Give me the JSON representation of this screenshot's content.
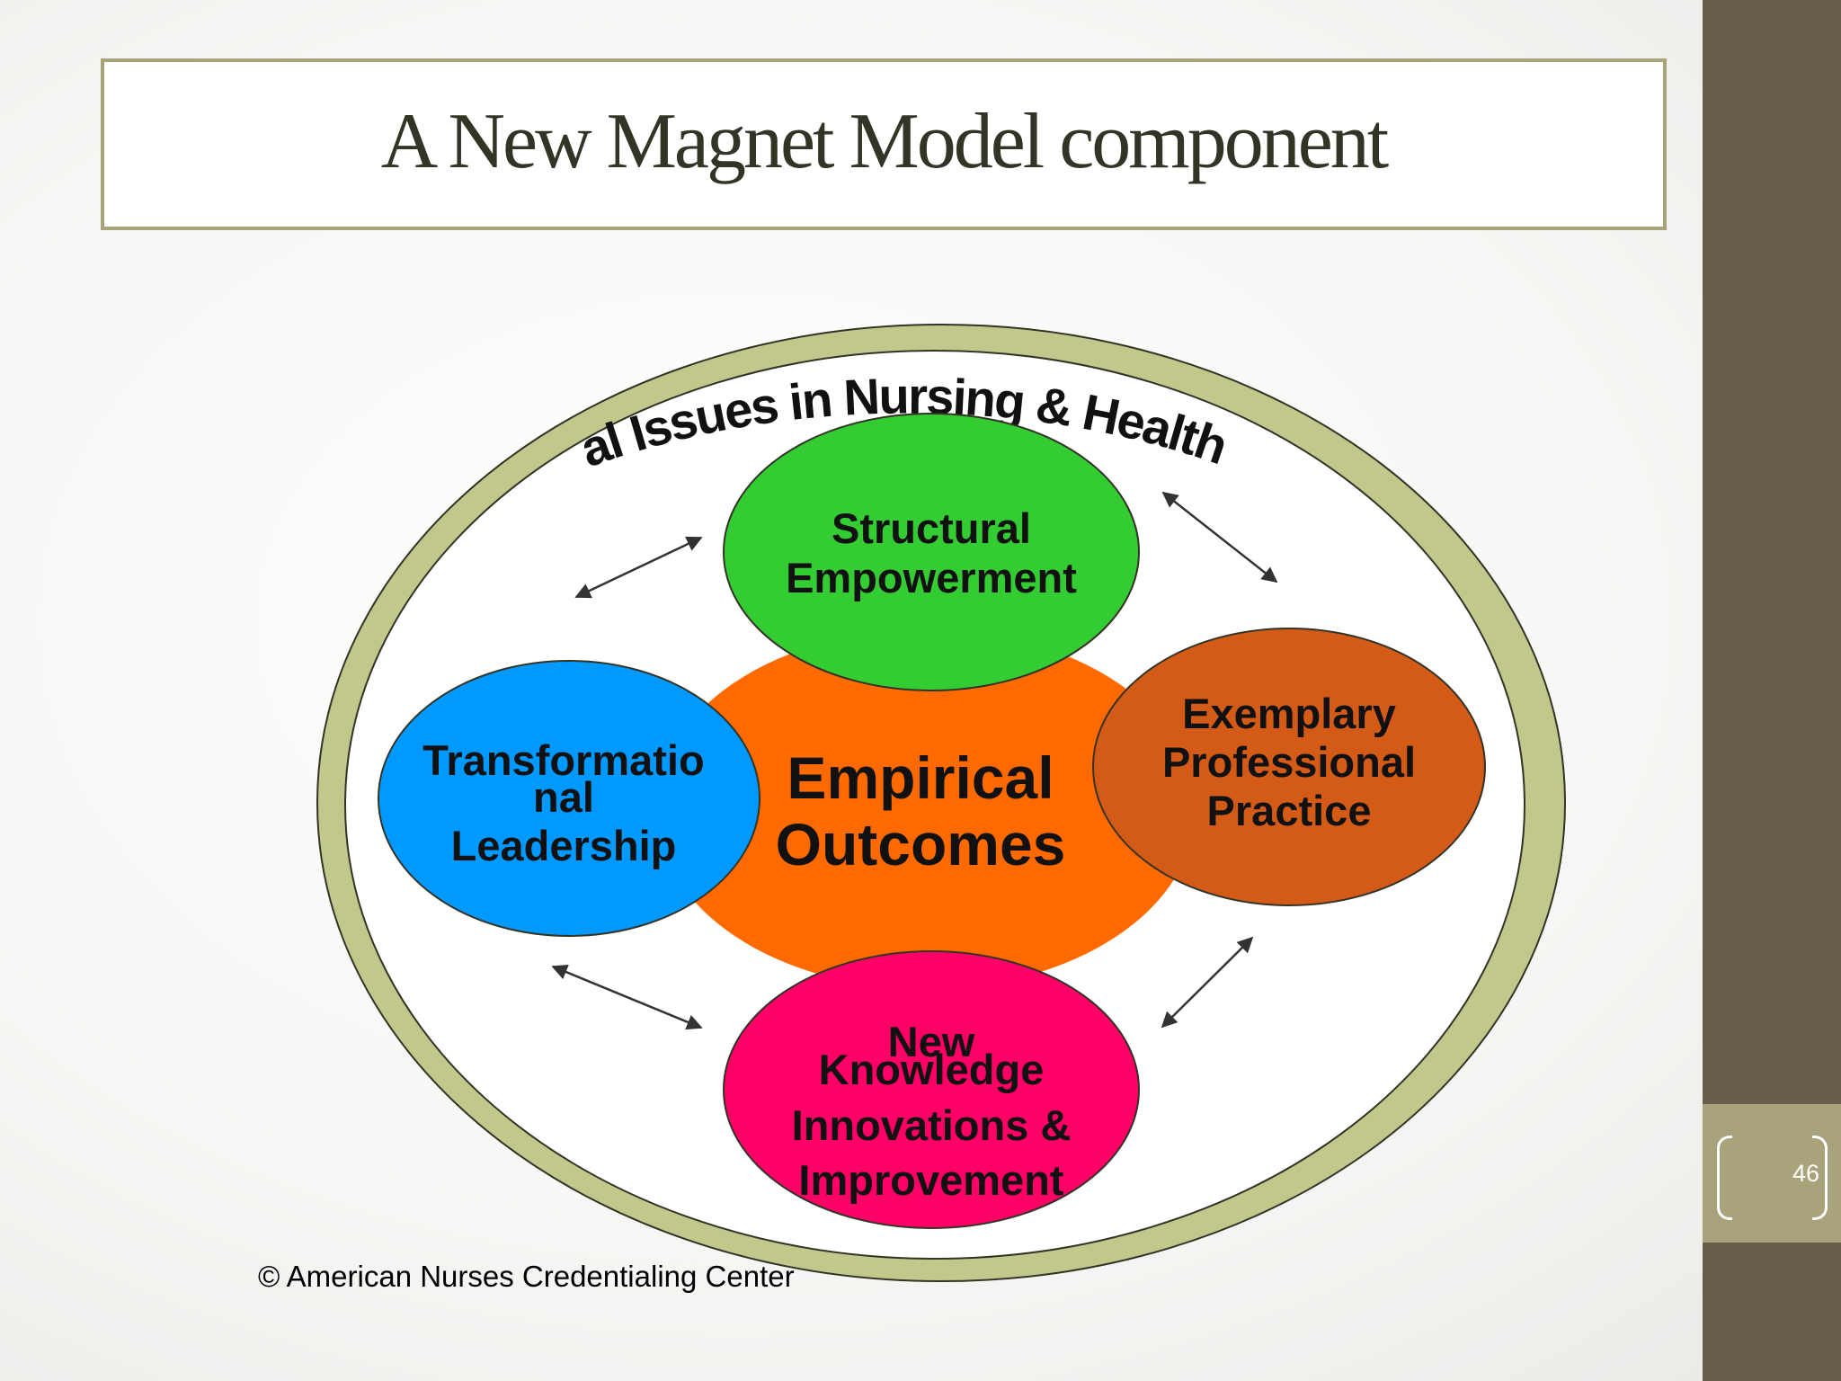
{
  "slide": {
    "title": "A New Magnet Model component",
    "page_number": "46",
    "copyright": "© American Nurses Credentialing Center"
  },
  "diagram": {
    "outer_ring_label": "Global Issues in Nursing & Health Care",
    "center": {
      "lines": [
        "Empirical",
        "Outcomes"
      ]
    },
    "components": {
      "top": {
        "lines": [
          "Structural",
          "Empowerment"
        ]
      },
      "left": {
        "lines": [
          "Transformatio",
          "nal",
          "Leadership"
        ]
      },
      "right": {
        "lines": [
          "Exemplary",
          "Professional",
          "Practice"
        ]
      },
      "bottom": {
        "lines": [
          "New",
          "Knowledge",
          "Innovations &",
          "Improvement"
        ]
      }
    }
  },
  "colors": {
    "ring": "#c2c78c",
    "center": "#ff6a00",
    "top": "#33cc33",
    "left": "#0099ff",
    "right": "#d35b17",
    "bottom": "#ff0066",
    "side_band": "#675d48",
    "page_tab": "#a9a37b"
  }
}
